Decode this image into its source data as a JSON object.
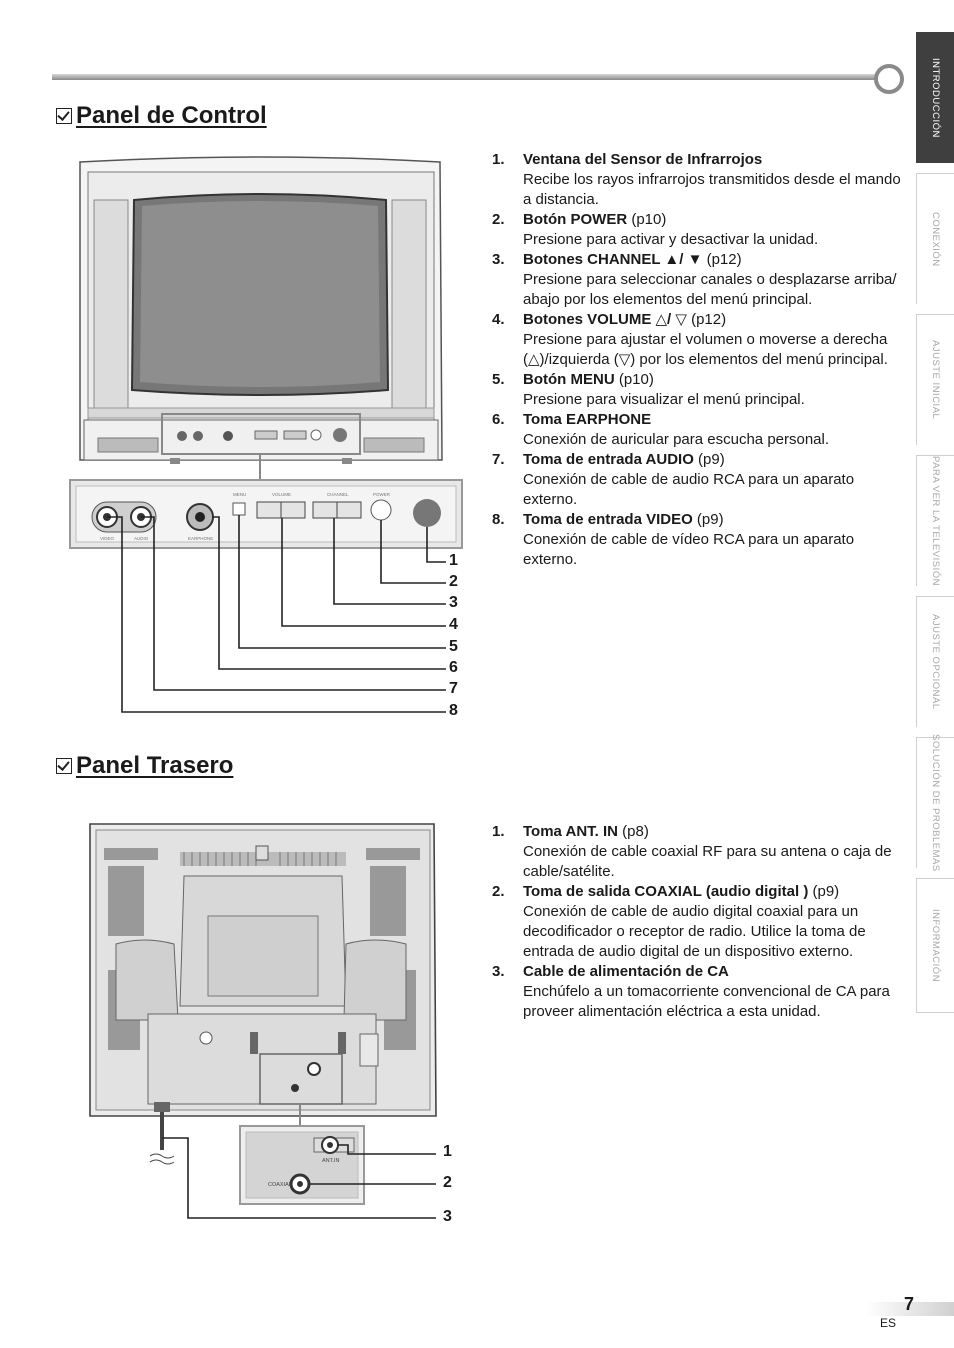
{
  "side_tabs": [
    {
      "label": "INTRODUCCIÓN",
      "active": true
    },
    {
      "label": "CONEXIÓN",
      "active": false
    },
    {
      "label": "AJUSTE INICIAL",
      "active": false
    },
    {
      "label": "PARA VER LA TELEVISIÓN",
      "active": false
    },
    {
      "label": "AJUSTE OPCIONAL",
      "active": false
    },
    {
      "label": "SOLUCIÓN DE PROBLEMAS",
      "active": false
    },
    {
      "label": "INFORMACIÓN",
      "active": false
    }
  ],
  "control_panel": {
    "title": "Panel de Control",
    "items": [
      {
        "num": "1.",
        "label": "Ventana del Sensor de Infrarrojos",
        "ref": "",
        "desc": "Recibe los rayos infrarrojos transmitidos desde el mando a distancia."
      },
      {
        "num": "2.",
        "label": "Botón POWER",
        "ref": " (p10)",
        "desc": "Presione para activar y desactivar la unidad."
      },
      {
        "num": "3.",
        "label": "Botones CHANNEL ▲/ ▼",
        "ref": " (p12)",
        "desc": "Presione para seleccionar canales o desplazarse arriba/ abajo por los elementos del menú principal."
      },
      {
        "num": "4.",
        "label": "Botones VOLUME △/ ▽",
        "ref": " (p12)",
        "desc": "Presione para ajustar el volumen o moverse a derecha (△)/izquierda (▽) por los elementos del menú principal."
      },
      {
        "num": "5.",
        "label": "Botón MENU",
        "ref": " (p10)",
        "desc": "Presione para visualizar el menú principal."
      },
      {
        "num": "6.",
        "label": "Toma EARPHONE",
        "ref": "",
        "desc": "Conexión de auricular para escucha personal."
      },
      {
        "num": "7.",
        "label": "Toma de entrada AUDIO",
        "ref": " (p9)",
        "desc": "Conexión de cable de audio RCA para un aparato externo."
      },
      {
        "num": "8.",
        "label": "Toma de entrada VIDEO",
        "ref": " (p9)",
        "desc": "Conexión de cable de vídeo RCA para un aparato externo."
      }
    ],
    "callouts": [
      "1",
      "2",
      "3",
      "4",
      "5",
      "6",
      "7",
      "8"
    ],
    "panel_labels": {
      "video": "VIDEO",
      "audio": "AUDIO",
      "earphone": "EARPHONE",
      "menu": "MENU",
      "volume": "VOLUME",
      "channel": "CHANNEL",
      "power": "POWER"
    }
  },
  "rear_panel": {
    "title": "Panel Trasero",
    "items": [
      {
        "num": "1.",
        "label": "Toma ANT. IN",
        "ref": " (p8)",
        "desc": "Conexión de cable coaxial RF para su antena o caja de cable/satélite."
      },
      {
        "num": "2.",
        "label": "Toma de salida COAXIAL (audio digital )",
        "ref": " (p9)",
        "desc": "Conexión de cable de audio digital coaxial para un decodificador o receptor de radio. Utilice la toma de entrada de audio digital de un dispositivo externo."
      },
      {
        "num": "3.",
        "label": "Cable de alimentación de CA",
        "ref": "",
        "desc": "Enchúfelo a un tomacorriente convencional de CA para proveer alimentación eléctrica a esta unidad."
      }
    ],
    "callouts": [
      "1",
      "2",
      "3"
    ],
    "panel_labels": {
      "ant_in": "ANT.IN",
      "coaxial": "COAXIAL"
    }
  },
  "footer": {
    "page_number": "7",
    "lang": "ES"
  }
}
